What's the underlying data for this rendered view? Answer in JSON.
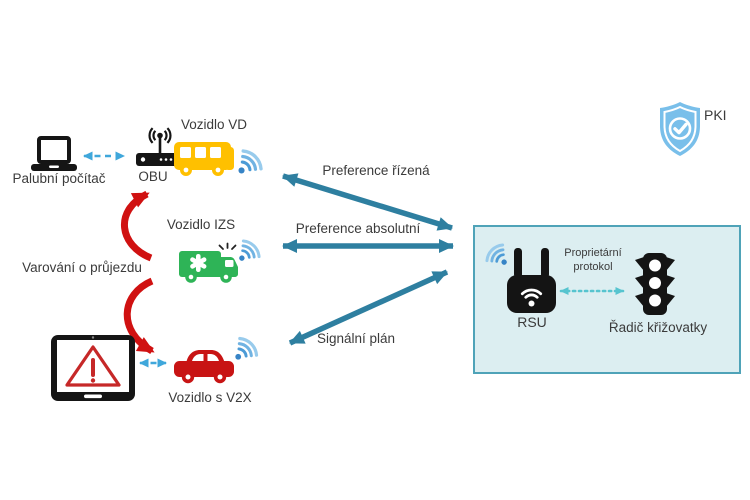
{
  "diagram": {
    "labels": {
      "palubni_pocitac": "Palubní počítač",
      "obu": "OBU",
      "vozidlo_vd": "Vozidlo VD",
      "vozidlo_izs": "Vozidlo IZS",
      "vozidlo_v2x": "Vozidlo s V2X",
      "varovani": "Varování o průjezdu",
      "preference_rizena": "Preference řízená",
      "preference_absolutni": "Preference absolutní",
      "signalni_plan": "Signální plán",
      "rsu": "RSU",
      "proprietarni_protokol": "Proprietární protokol",
      "radic_krizovatky": "Řadič křižovatky",
      "pki": "PKI"
    },
    "icons": {
      "laptop": "laptop-icon",
      "obu_router": "router-antenna-icon",
      "bus": "bus-icon",
      "ambulance": "ambulance-icon",
      "car": "car-icon",
      "tablet_warning": "tablet-warning-icon",
      "wifi": "wifi-signal-icon",
      "rsu_unit": "rsu-device-icon",
      "traffic_light": "traffic-light-icon",
      "pki_shield": "shield-check-icon"
    },
    "colors": {
      "arrow_teal": "#2e7fa0",
      "arrow_red": "#d01111",
      "arrow_dashed_blue": "#3fa7db",
      "arrow_dotted_cyan": "#56c4cf",
      "bus_yellow": "#ffc000",
      "ambulance_green": "#2eb457",
      "car_red": "#c81414",
      "warning_red": "#c62828",
      "wifi_blue": "#4c9bd6",
      "shield_blue": "#79bfea",
      "box_fill": "#dceef1",
      "box_border": "#4fa3b8",
      "device_black": "#141414",
      "text": "#3b3b3b"
    }
  }
}
